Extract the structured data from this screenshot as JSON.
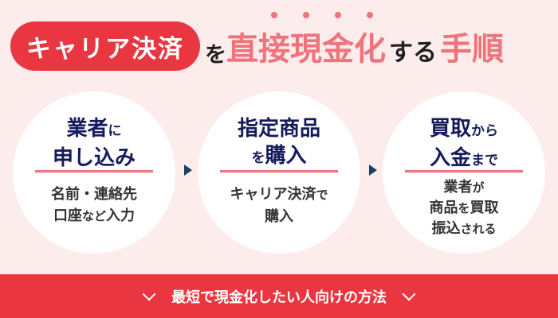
{
  "title": {
    "pill_text": "キャリア決済",
    "particle_1": "を",
    "highlight_chars": [
      "直",
      "接",
      "現",
      "金",
      "化"
    ],
    "particle_2": "する",
    "tail": "手順",
    "emphasis_dot_color": "#f0727a"
  },
  "steps": [
    {
      "head_line1_main": "業者",
      "head_line1_small": "に",
      "head_line2_main": "申し込み",
      "head_line2_small": "",
      "body_lines": [
        {
          "main": "名前・連絡先",
          "small": ""
        },
        {
          "main": "口座",
          "small": "など",
          "tail": "入力"
        }
      ]
    },
    {
      "head_line1_main": "指定商品",
      "head_line1_small": "",
      "head_line2_small_pre": "を",
      "head_line2_main": "購入",
      "body_lines": [
        {
          "main": "キャリア決済",
          "small": "で"
        },
        {
          "main": "購入",
          "small": ""
        }
      ]
    },
    {
      "head_line1_main": "買取",
      "head_line1_small": "から",
      "head_line2_main": "入金",
      "head_line2_small": "まで",
      "body_lines": [
        {
          "main": "業者",
          "small": "が"
        },
        {
          "main": "商品",
          "small": "を",
          "tail": "買取"
        },
        {
          "main": "振込",
          "small": "される"
        }
      ]
    }
  ],
  "footer": {
    "label": "最短で現金化したい人向けの方法",
    "icon_left": "chevron-down-icon",
    "icon_right": "chevron-down-icon"
  },
  "colors": {
    "background": "#fdecec",
    "accent_red": "#e93640",
    "accent_pink": "#f0727a",
    "navy": "#151a5c",
    "arrow": "#1c3f63"
  }
}
